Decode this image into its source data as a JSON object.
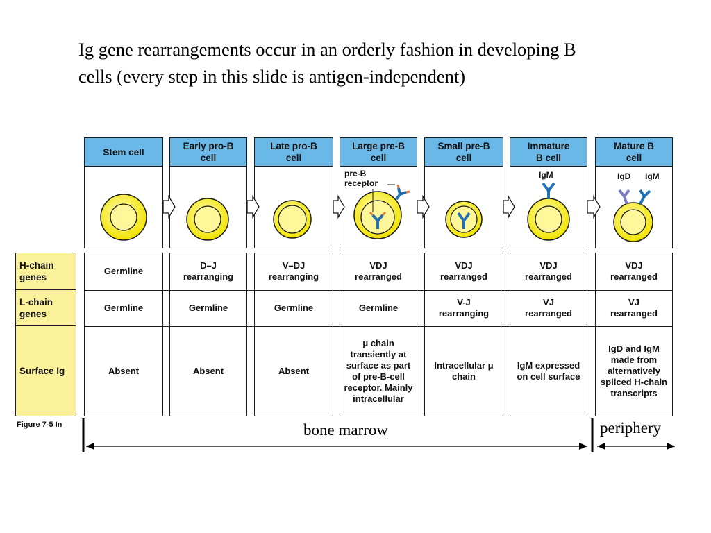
{
  "title": "Ig gene rearrangements occur in an orderly fashion in developing B cells (every step in this slide is antigen-independent)",
  "stages": [
    {
      "name": "Stem cell",
      "h_chain": "Germline",
      "l_chain": "Germline",
      "surface_ig": "Absent"
    },
    {
      "name": "Early pro-B cell",
      "h_chain": "D–J rearranging",
      "l_chain": "Germline",
      "surface_ig": "Absent"
    },
    {
      "name": "Late pro-B cell",
      "h_chain": "V–DJ rearranging",
      "l_chain": "Germline",
      "surface_ig": "Absent"
    },
    {
      "name": "Large pre-B cell",
      "h_chain": "VDJ rearranged",
      "l_chain": "Germline",
      "surface_ig": "μ chain transiently at surface as part of pre-B-cell receptor. Mainly intracellular"
    },
    {
      "name": "Small pre-B cell",
      "h_chain": "VDJ rearranged",
      "l_chain": "V-J rearranging",
      "surface_ig": "Intracellular μ chain"
    },
    {
      "name": "Immature B cell",
      "h_chain": "VDJ rearranged",
      "l_chain": "VJ rearranged",
      "surface_ig": "IgM expressed on cell surface"
    },
    {
      "name": "Mature B cell",
      "h_chain": "VDJ rearranged",
      "l_chain": "VJ rearranged",
      "surface_ig": "IgD and IgM made from alternatively spliced H-chain transcripts"
    }
  ],
  "row_labels": {
    "h_chain": "H-chain genes",
    "l_chain": "L-chain genes",
    "surface_ig": "Surface Ig"
  },
  "annotations": {
    "pre_b_receptor": "pre-B receptor",
    "igm": "IgM",
    "igd": "IgD",
    "igm_mature": "IgM"
  },
  "figure_label": "Figure 7-5 In",
  "regions": {
    "bone_marrow": "bone marrow",
    "periphery": "periphery"
  },
  "colors": {
    "header": "#6ab8e8",
    "row_label": "#fbf19a",
    "cell_outer": "#fff200",
    "antibody_igm": "#1f6fb5",
    "antibody_igd": "#7a7ac4",
    "receptor_tip": "#e07a3a"
  }
}
